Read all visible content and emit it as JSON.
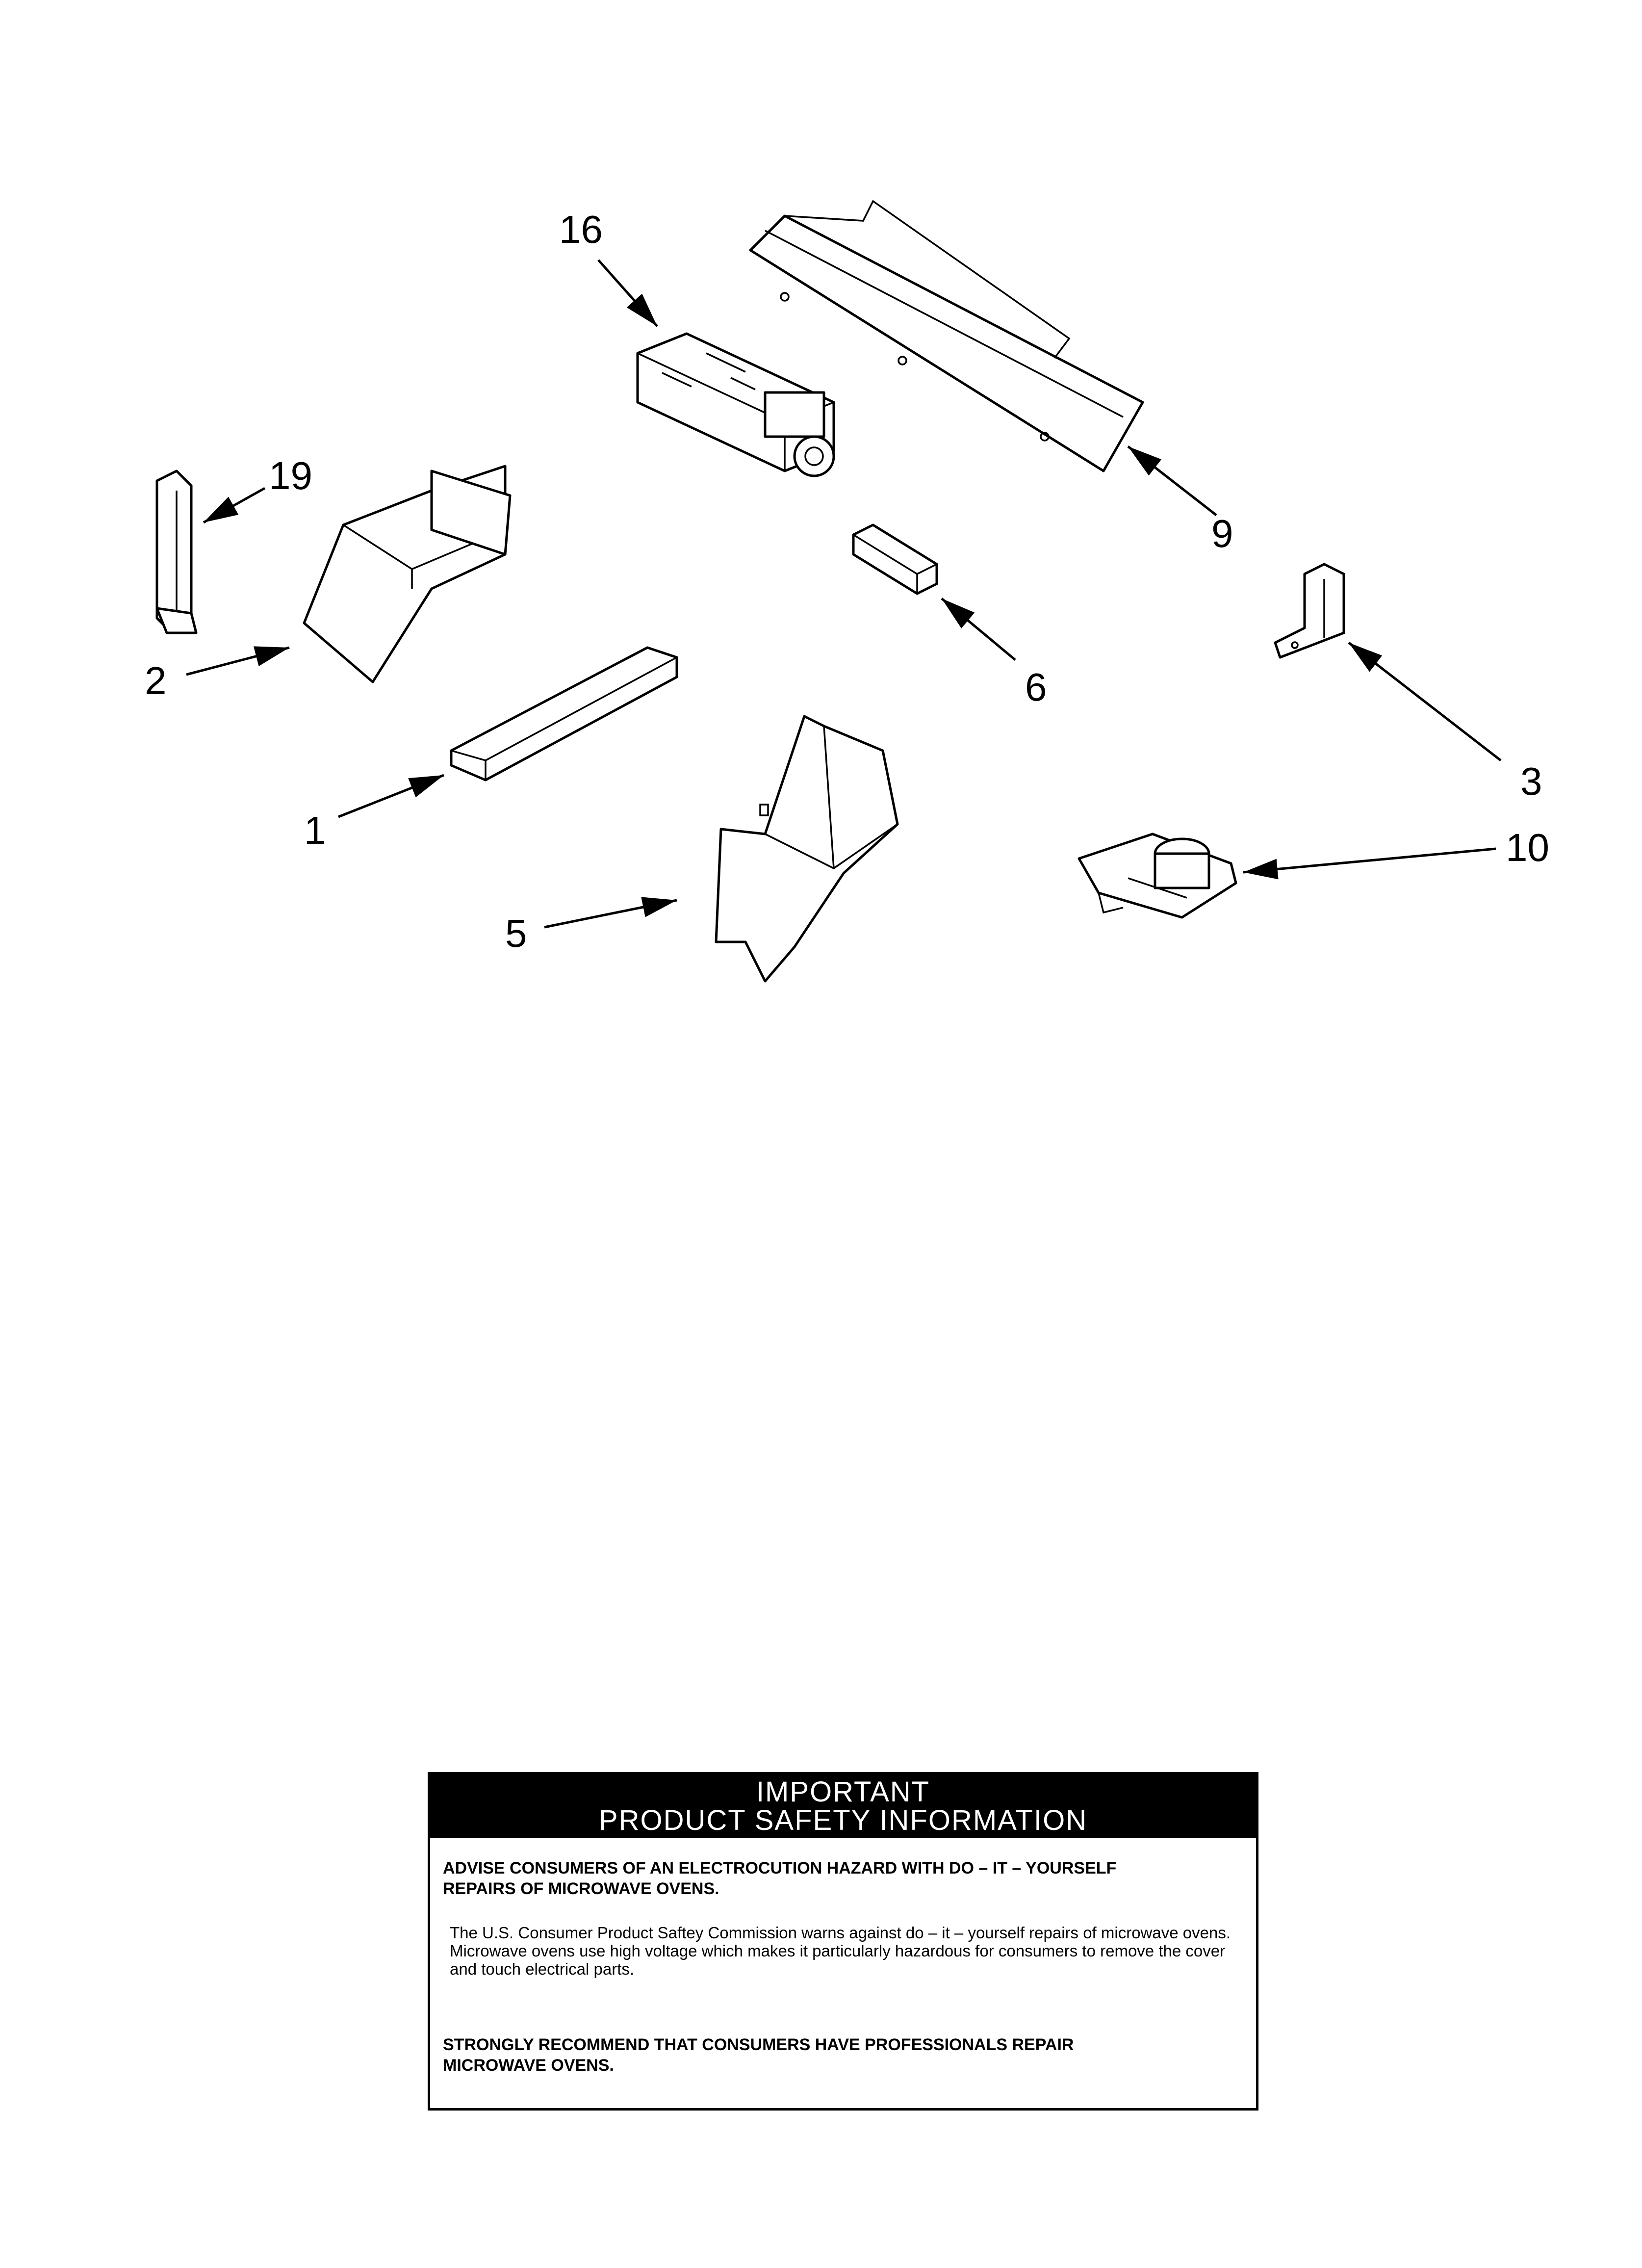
{
  "callouts": {
    "c16": "16",
    "c9": "9",
    "c19": "19",
    "c2": "2",
    "c6": "6",
    "c3": "3",
    "c1": "1",
    "c10": "10",
    "c5": "5"
  },
  "safety": {
    "header_line1": "IMPORTANT",
    "header_line2": "PRODUCT  SAFETY  INFORMATION",
    "advise": "ADVISE CONSUMERS OF AN ELECTROCUTION HAZARD WITH DO – IT – YOURSELF REPAIRS OF MICROWAVE OVENS.",
    "body": "The U.S. Consumer Product Saftey Commission warns against do – it – yourself repairs of microwave ovens. Microwave ovens use high voltage which makes it particularly hazardous for consumers to remove the cover and touch electrical parts.",
    "recommend": "STRONGLY RECOMMEND THAT CONSUMERS HAVE PROFESSIONALS REPAIR MICROWAVE OVENS."
  }
}
